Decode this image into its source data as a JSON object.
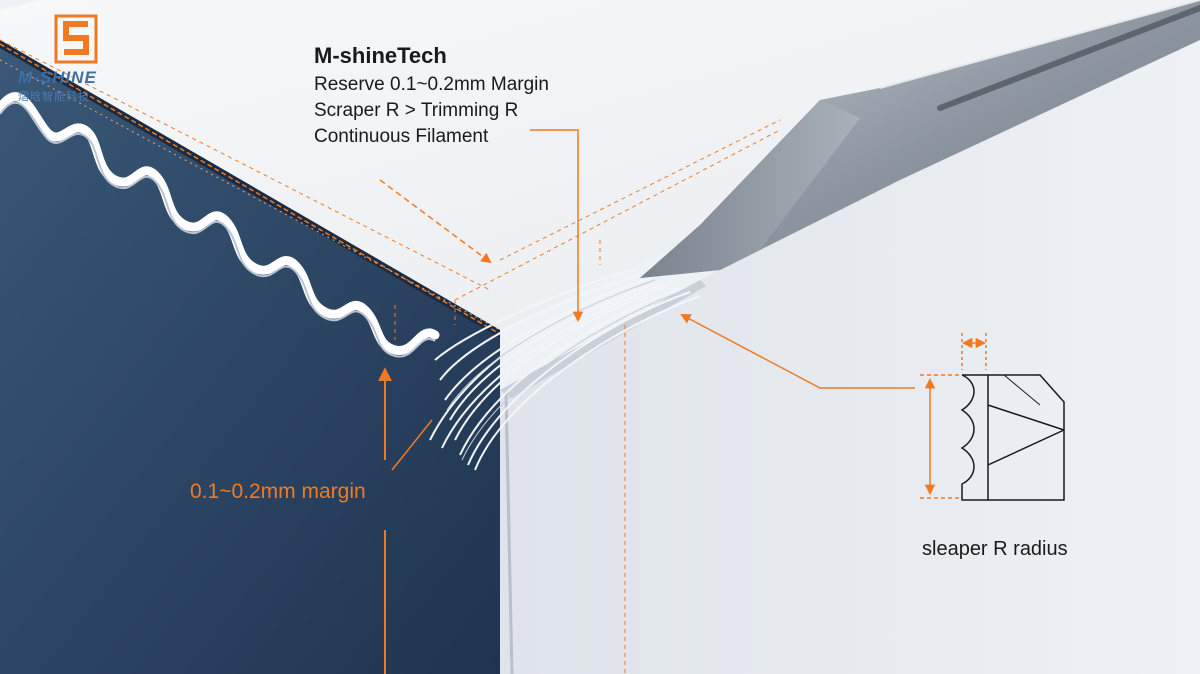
{
  "logo": {
    "wordmark": "M-SHINE",
    "subtitle": "熠晗智能科技",
    "icon": "s-logo-icon",
    "color": "#3d6fa8"
  },
  "callout": {
    "title": "M-shineTech",
    "lines": [
      "Reserve 0.1~0.2mm Margin",
      "Scraper R > Trimming R",
      "Continuous Filament"
    ]
  },
  "margin_label": "0.1~0.2mm margin",
  "radius_label": "sleaper R radius",
  "colors": {
    "accent": "#f07a22",
    "panel_dark": "#2d4866",
    "panel_light": "#f4f6f9",
    "tool": "#9aa3ad",
    "text": "#1a1a1a"
  }
}
